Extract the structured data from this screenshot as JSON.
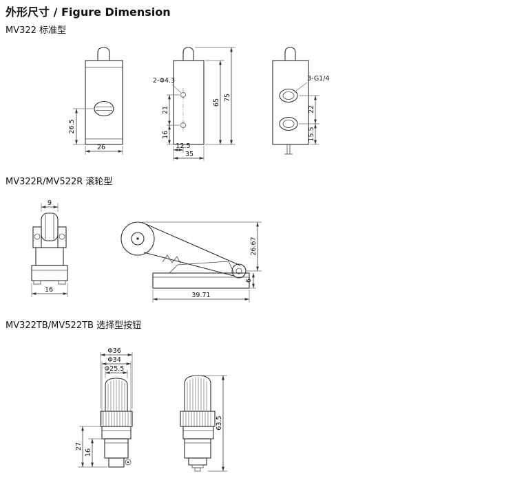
{
  "page": {
    "title": "外形尺寸 / Figure Dimension"
  },
  "sections": [
    {
      "label": "MV322 标准型"
    },
    {
      "label": "MV322R/MV522R 滚轮型"
    },
    {
      "label": "MV322TB/MV522TB 选择型按钮"
    }
  ],
  "dims": {
    "front_height": "26.5",
    "front_width": "26",
    "side_holes": "2-Φ4.3",
    "hole_spacing": "21",
    "hole_to_bottom": "16",
    "hole_offset": "12.5",
    "side_width": "35",
    "body_height": "65",
    "total_height": "75",
    "ports": "3-G1/4",
    "port_spacing": "22",
    "port_to_bottom": "15.5",
    "roller_width": "9",
    "roller_base_width": "16",
    "lever_length": "39.71",
    "lever_height": "26.67",
    "lever_offset": "6",
    "button_d1": "Φ36",
    "button_d2": "Φ34",
    "button_d3": "Φ25.5",
    "button_h1": "27",
    "button_h2": "16",
    "button_total_height": "63.5"
  }
}
